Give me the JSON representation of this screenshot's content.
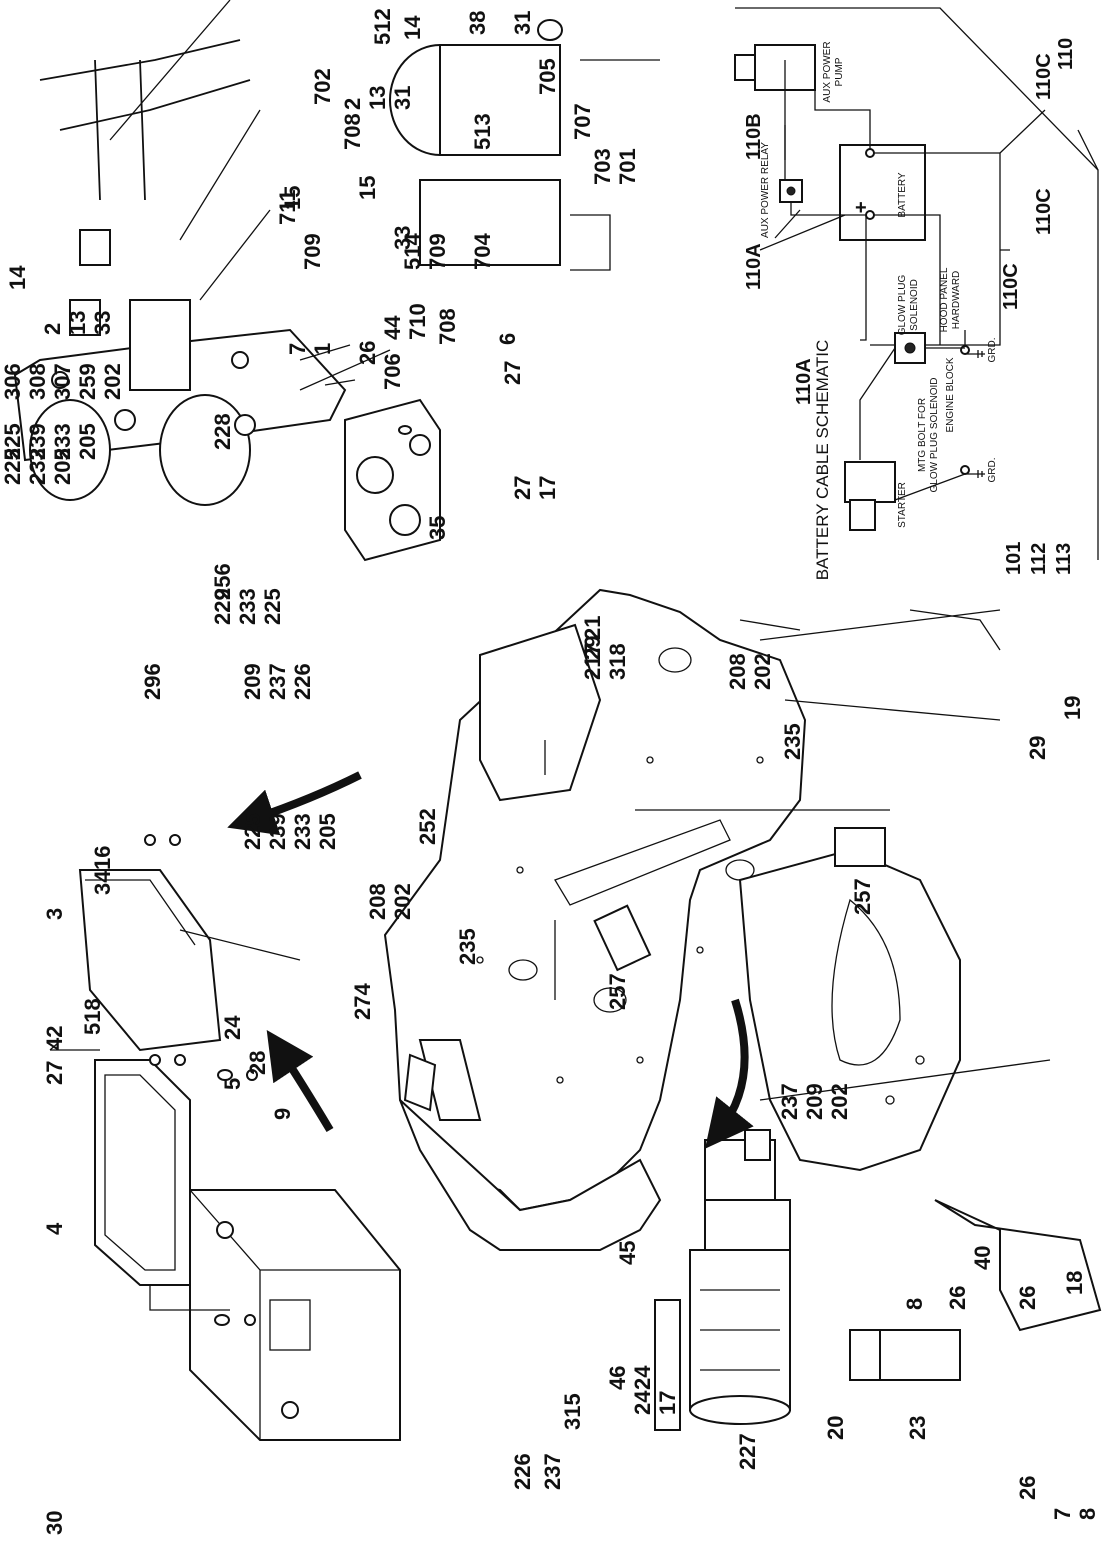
{
  "diagram": {
    "schematic": {
      "title": "BATTERY CABLE SCHEMATIC",
      "labels": {
        "starter": "STARTER",
        "mtg_bolt": "MTG BOLT FOR",
        "mtg_bolt2": "GLOW PLUG SOLENOID",
        "glow_plug": "GLOW PLUG",
        "glow_plug2": "SOLENOID",
        "aux_relay": "AUX POWER RELAY",
        "battery": "BATTERY",
        "aux_pump": "AUX POWER",
        "aux_pump2": "PUMP",
        "hood_panel": "HOOD PANEL",
        "hood_panel2": "HARDWARD",
        "engine_block": "ENGINE BLOCK",
        "grd1": "GRD.",
        "grd2": "GRD.",
        "plus": "+"
      },
      "callouts": {
        "c110A_1": "110A",
        "c110A_2": "110A",
        "c110B": "110B",
        "c110C_1": "110C",
        "c110C_2": "110C",
        "c110C_3": "110C",
        "c110": "110",
        "c101": "101",
        "c112": "112",
        "c113": "113"
      }
    },
    "callouts": {
      "c4": "4",
      "c27a": "27",
      "c42": "42",
      "c30": "30",
      "c3": "3",
      "c226a": "226",
      "c237a": "237",
      "c315": "315",
      "c9": "9",
      "c28": "28",
      "c46": "46",
      "c24a": "24",
      "c24b": "24",
      "c17a": "17",
      "c227": "227",
      "c45": "45",
      "c237b": "237",
      "c209a": "209",
      "c202a": "202",
      "c20": "20",
      "c23": "23",
      "c26a": "26",
      "c7a": "7",
      "c8a": "8",
      "c8b": "8",
      "c26b": "26",
      "c40": "40",
      "c26c": "26",
      "c18": "18",
      "c518": "518",
      "c24c": "24",
      "c5": "5",
      "c34": "34",
      "c16": "16",
      "c274": "274",
      "c208a": "208",
      "c202b": "202",
      "c235a": "235",
      "c257a": "257",
      "c225a": "225",
      "c239a": "239",
      "c233a": "233",
      "c205a": "205",
      "c252": "252",
      "c306": "306",
      "c308": "308",
      "c307": "307",
      "c259": "259",
      "c202c": "202",
      "c296": "296",
      "c209b": "209",
      "c237c": "237",
      "c226b": "226",
      "c225b": "225",
      "c233b": "233",
      "c205b": "205",
      "c225c": "225",
      "c239b": "239",
      "c233c": "233",
      "c205c": "205",
      "c228": "228",
      "c256": "256",
      "c229": "229",
      "c233d": "233",
      "c225d": "225",
      "c208b": "208",
      "c202d": "202",
      "c235b": "235",
      "c21": "21",
      "c29a": "29",
      "c217": "217",
      "c318": "318",
      "c29b": "29",
      "c19": "19",
      "c257b": "257",
      "c14a": "14",
      "c2a": "2",
      "c13a": "13",
      "c33a": "33",
      "c14b": "14",
      "c15a": "15",
      "c2b": "2",
      "c13b": "13",
      "c31a": "31",
      "c6": "6",
      "c27b": "27",
      "c35": "35",
      "c27c": "27",
      "c17b": "17",
      "c702": "702",
      "c708a": "708",
      "c512": "512",
      "c38": "38",
      "c31b": "31",
      "c705": "705",
      "c513": "513",
      "c707": "707",
      "c703": "703",
      "c701": "701",
      "c711": "711",
      "c709a": "709",
      "c15b": "15",
      "c33b": "33",
      "c44": "44",
      "c710": "710",
      "c514": "514",
      "c709b": "709",
      "c704": "704",
      "c708b": "708",
      "c706": "706",
      "c26d": "26",
      "c7b": "7",
      "c1": "1"
    }
  }
}
